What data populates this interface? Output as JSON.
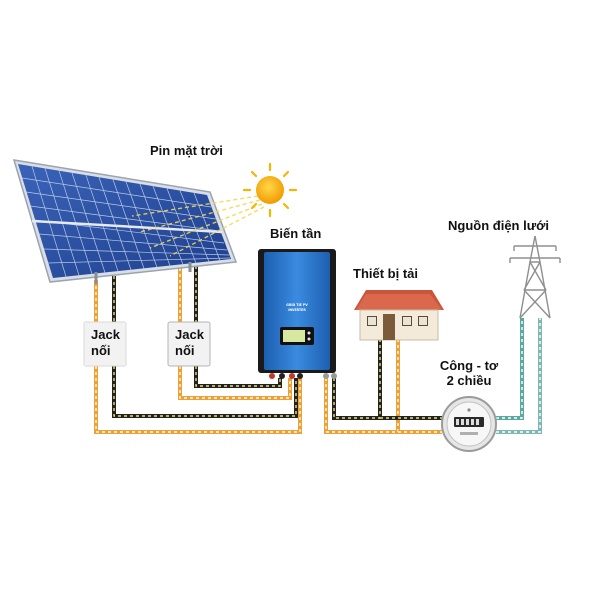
{
  "labels": {
    "solar_panel": "Pin mặt trời",
    "inverter": "Biến tần",
    "load": "Thiết bị tải",
    "grid": "Nguồn điện lưới",
    "meter_line1": "Công - tơ",
    "meter_line2": "2 chiều",
    "jack1_line1": "Jack",
    "jack1_line2": "nối",
    "jack2_line1": "Jack",
    "jack2_line2": "nối"
  },
  "inverter_panel": {
    "line1": "GRID TIE PV",
    "line2": "INVERTER"
  },
  "colors": {
    "panel_blue": "#2a4fa0",
    "inverter_blue": "#2f7fd6",
    "wire_orange": "#f0a030",
    "wire_black": "#222222",
    "wire_teal": "#5aa8a0",
    "roof_red": "#c9553a",
    "sun_yellow": "#f7b500"
  }
}
